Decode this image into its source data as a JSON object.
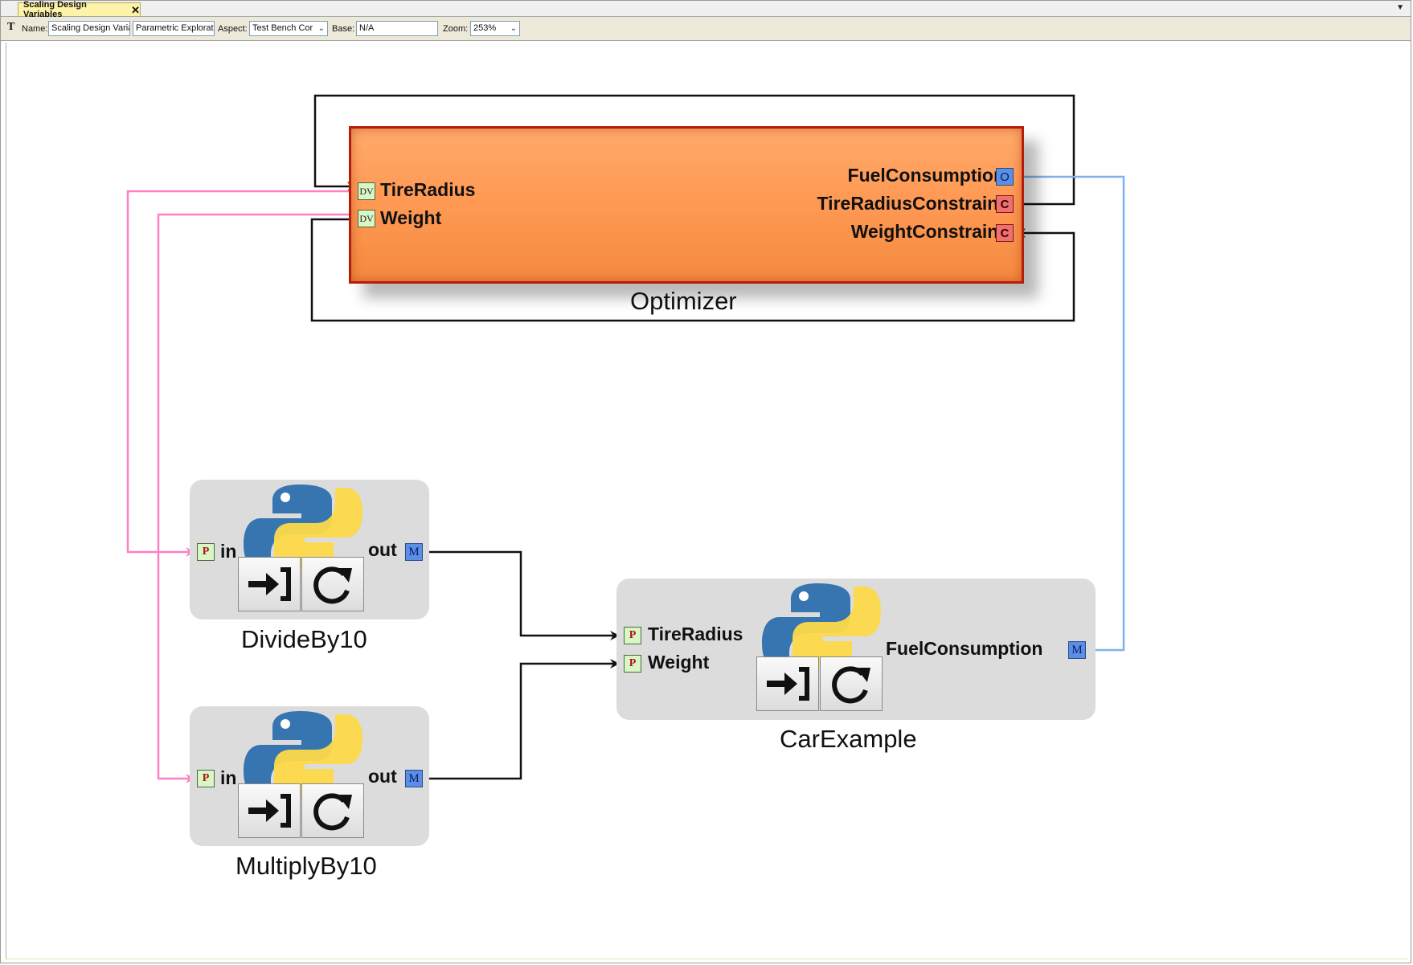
{
  "tab": {
    "title": "Scaling Design Variables",
    "close": "✕",
    "menu": "▼"
  },
  "toolbar": {
    "name_label": "Name:",
    "name_value": "Scaling Design Varia",
    "kind_value": "Parametric Exploratic",
    "aspect_label": "Aspect:",
    "aspect_value": "Test Bench Cor",
    "base_label": "Base:",
    "base_value": "N/A",
    "zoom_label": "Zoom:",
    "zoom_value": "253%",
    "text_tool_icon": "T"
  },
  "optimizer": {
    "name": "Optimizer",
    "inputs": [
      {
        "badge": "DV",
        "label": "TireRadius"
      },
      {
        "badge": "DV",
        "label": "Weight"
      }
    ],
    "outputs": [
      {
        "badge": "O",
        "label": "FuelConsumption"
      },
      {
        "badge": "C",
        "label": "TireRadiusConstraint"
      },
      {
        "badge": "C",
        "label": "WeightConstraint"
      }
    ]
  },
  "components": {
    "divide": {
      "name": "DivideBy10",
      "in_badge": "P",
      "in_label": "in",
      "out_badge": "M",
      "out_label": "out"
    },
    "multiply": {
      "name": "MultiplyBy10",
      "in_badge": "P",
      "in_label": "in",
      "out_badge": "M",
      "out_label": "out"
    },
    "car": {
      "name": "CarExample",
      "inputs": [
        {
          "badge": "P",
          "label": "TireRadius"
        },
        {
          "badge": "P",
          "label": "Weight"
        }
      ],
      "out_badge": "M",
      "out_label": "FuelConsumption"
    }
  },
  "colors": {
    "wire_black": "#111111",
    "wire_pink": "#ff7fc4",
    "wire_blue": "#7fb2ea",
    "optimizer_fill": "#ff9a55",
    "optimizer_border": "#b31d0c"
  },
  "icons": [
    "text-tool-icon",
    "close-icon",
    "dropdown-icon",
    "python-logo-icon",
    "import-icon",
    "refresh-icon"
  ]
}
